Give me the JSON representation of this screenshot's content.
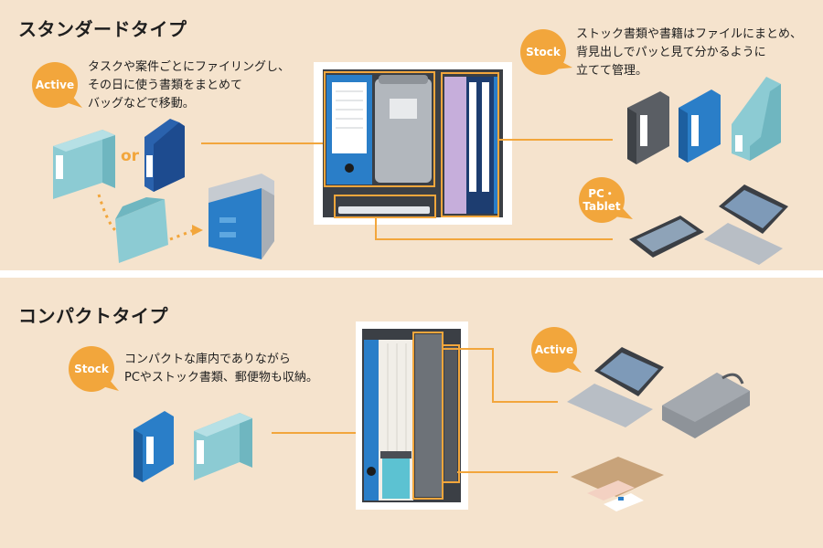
{
  "colors": {
    "background": "#f5e3cd",
    "divider": "#ffffff",
    "accent_orange": "#f2a63c",
    "callout_line": "#f2a63c",
    "text": "#1e1e1e",
    "blue_binder": "#2a7ec8",
    "teal_box": "#8ccbd3",
    "gray_item": "#8e9399"
  },
  "standard": {
    "title": "スタンダードタイプ",
    "active_badge": "Active",
    "active_desc": [
      "タスクや案件ごとにファイリングし、",
      "その日に使う書類をまとめて",
      "バッグなどで移動。"
    ],
    "or_label": "or",
    "stock_badge": "Stock",
    "stock_desc": [
      "ストック書類や書籍はファイルにまとめ、",
      "背見出しでパッと見て分かるように",
      "立てて管理。"
    ],
    "pc_badge_line1": "PC・",
    "pc_badge_line2": "Tablet"
  },
  "compact": {
    "title": "コンパクトタイプ",
    "stock_badge": "Stock",
    "stock_desc": [
      "コンパクトな庫内でありながら",
      "PCやストック書類、郵便物も収納。"
    ],
    "active_badge": "Active"
  },
  "icons": [
    "cabinet-standard-illustration",
    "cabinet-compact-illustration",
    "file-box-icon",
    "magazine-file-icon",
    "document-folder-icon",
    "file-bag-icon",
    "binder-gray-icon",
    "binder-blue-icon",
    "file-stand-icon",
    "tablet-icon",
    "laptop-icon",
    "laptop-sleeve-icon",
    "envelope-mail-icon",
    "mug-icon"
  ]
}
